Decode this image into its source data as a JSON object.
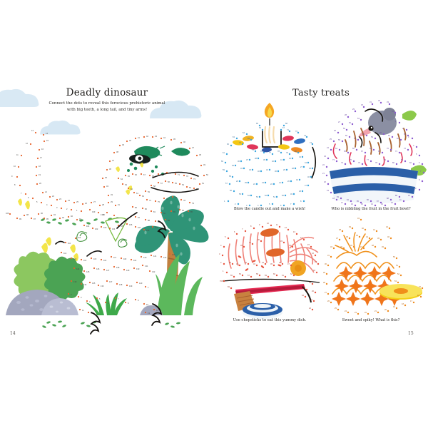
{
  "book": {
    "type": "dot-to-dot activity book spread",
    "background": "#ffffff"
  },
  "left_page": {
    "page_number": "14",
    "title": "Deadly dinosaur",
    "subtitle_line1": "Connect the dots to reveal this ferocious prehistoric animal",
    "subtitle_line2": "with big teeth, a long tail, and tiny arms!",
    "scenery": {
      "clouds": 3,
      "bushes": 2,
      "rocks": 3,
      "palm_tree": 1,
      "grass_tufts": 3
    },
    "dot_color": "#e8622a",
    "number_color": "#4a4845"
  },
  "right_page": {
    "page_number": "15",
    "title": "Tasty treats",
    "puzzles": [
      {
        "name": "birthday-cake",
        "caption": "Blow the candle out and make a wish!",
        "dot_color": "#3aa6e0",
        "accent": "#f5a623"
      },
      {
        "name": "fruit-bowl",
        "caption": "Who is nibbling the fruit in the fruit bowl?",
        "dot_color": "#8c5bd0",
        "accent": "#2b5fa8"
      },
      {
        "name": "sushi-dish",
        "caption": "Use chopsticks to eat this yummy dish.",
        "dot_color": "#e8553f",
        "accent": "#e03b50"
      },
      {
        "name": "pineapple",
        "caption": "Sweet and spiky! What is this?",
        "dot_color": "#f08a1c",
        "accent": "#f4d017"
      }
    ]
  },
  "palette": {
    "cloud": "#d7e8f4",
    "bush_light": "#8cc760",
    "bush_dark": "#4ba354",
    "rock_dark": "#a3a7be",
    "rock_light": "#b9bdd2",
    "palm_leaf": "#2f9477",
    "palm_trunk": "#c1803f",
    "grass": "#5cb85c",
    "dino_green": "#1f8a5c",
    "text": "#2b2926"
  }
}
